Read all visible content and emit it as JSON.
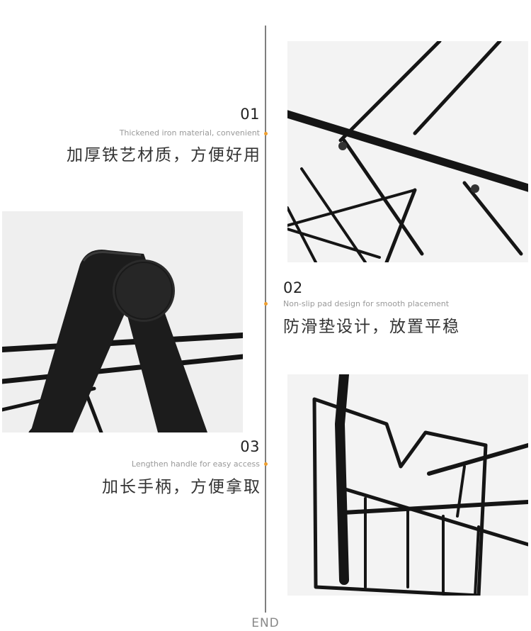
{
  "colors": {
    "accent": "#f0a030",
    "line": "#7f7f7f",
    "metal": "#1a1a1a"
  },
  "features": [
    {
      "num": "01",
      "en": "Thickened iron material, convenient",
      "zh": "加厚铁艺材质，方便好用"
    },
    {
      "num": "02",
      "en": "Non-slip pad design for smooth placement",
      "zh": "防滑垫设计，放置平稳"
    },
    {
      "num": "03",
      "en": "Lengthen handle for easy access",
      "zh": "加长手柄，方便拿取"
    }
  ],
  "end_label": "END"
}
